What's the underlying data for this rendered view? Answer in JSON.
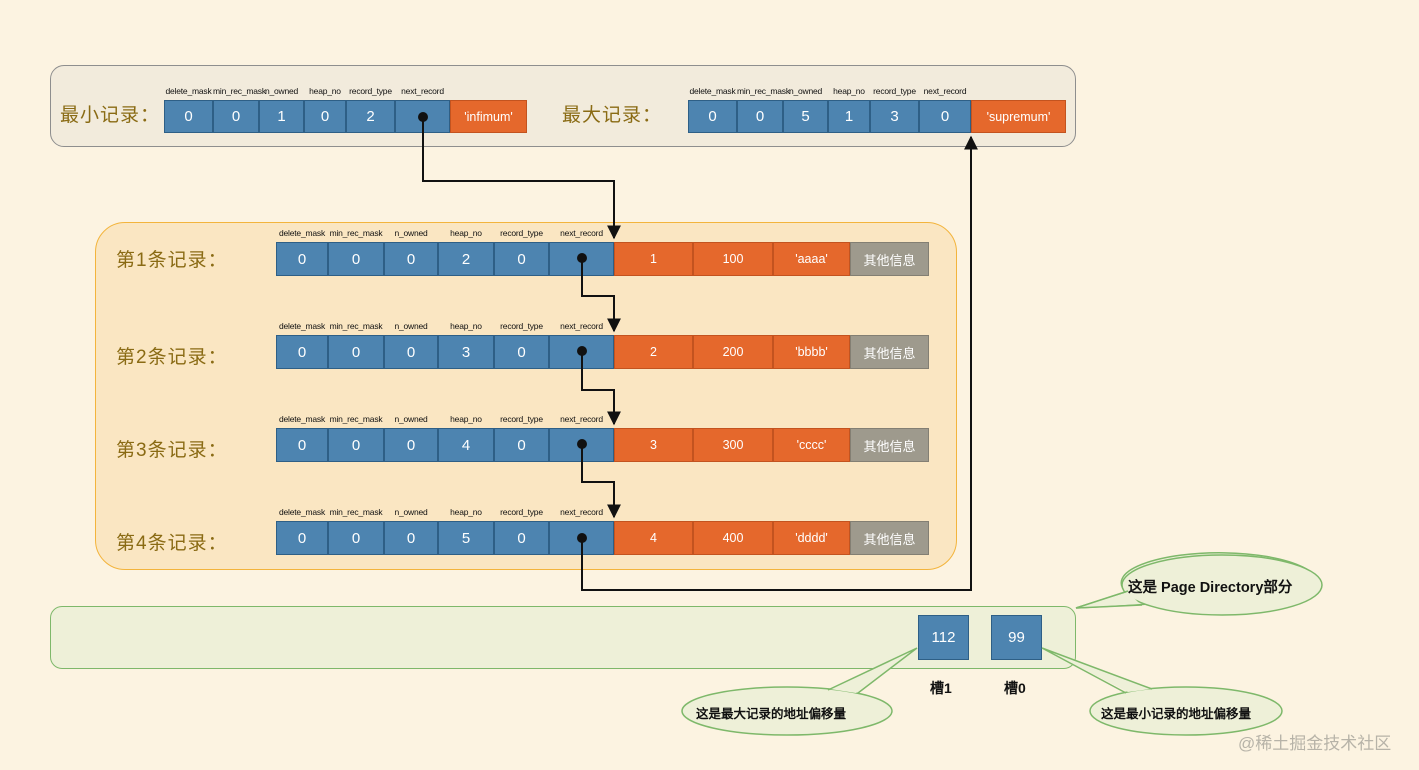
{
  "field_names": [
    "delete_mask",
    "min_rec_mask",
    "n_owned",
    "heap_no",
    "record_type",
    "next_record"
  ],
  "infimum": {
    "label": "最小记录：",
    "values": [
      "0",
      "0",
      "1",
      "0",
      "2"
    ],
    "data": "'infimum'"
  },
  "supremum": {
    "label": "最大记录：",
    "values": [
      "0",
      "0",
      "5",
      "1",
      "3",
      "0"
    ],
    "data": "'supremum'"
  },
  "records": [
    {
      "label": "第1条记录：",
      "values": [
        "0",
        "0",
        "0",
        "2",
        "0"
      ],
      "data": [
        "1",
        "100",
        "'aaaa'"
      ],
      "other": "其他信息"
    },
    {
      "label": "第2条记录：",
      "values": [
        "0",
        "0",
        "0",
        "3",
        "0"
      ],
      "data": [
        "2",
        "200",
        "'bbbb'"
      ],
      "other": "其他信息"
    },
    {
      "label": "第3条记录：",
      "values": [
        "0",
        "0",
        "0",
        "4",
        "0"
      ],
      "data": [
        "3",
        "300",
        "'cccc'"
      ],
      "other": "其他信息"
    },
    {
      "label": "第4条记录：",
      "values": [
        "0",
        "0",
        "0",
        "5",
        "0"
      ],
      "data": [
        "4",
        "400",
        "'dddd'"
      ],
      "other": "其他信息"
    }
  ],
  "page_directory": {
    "callout": "这是 Page Directory部分",
    "slots": [
      {
        "value": "112",
        "label": "槽1",
        "note": "这是最大记录的地址偏移量"
      },
      {
        "value": "99",
        "label": "槽0",
        "note": "这是最小记录的地址偏移量"
      }
    ]
  },
  "watermark": "@稀土掘金技术社区",
  "colors": {
    "blue": "#4d84b0",
    "orange": "#e5682c",
    "grey": "#9e9a8d"
  }
}
